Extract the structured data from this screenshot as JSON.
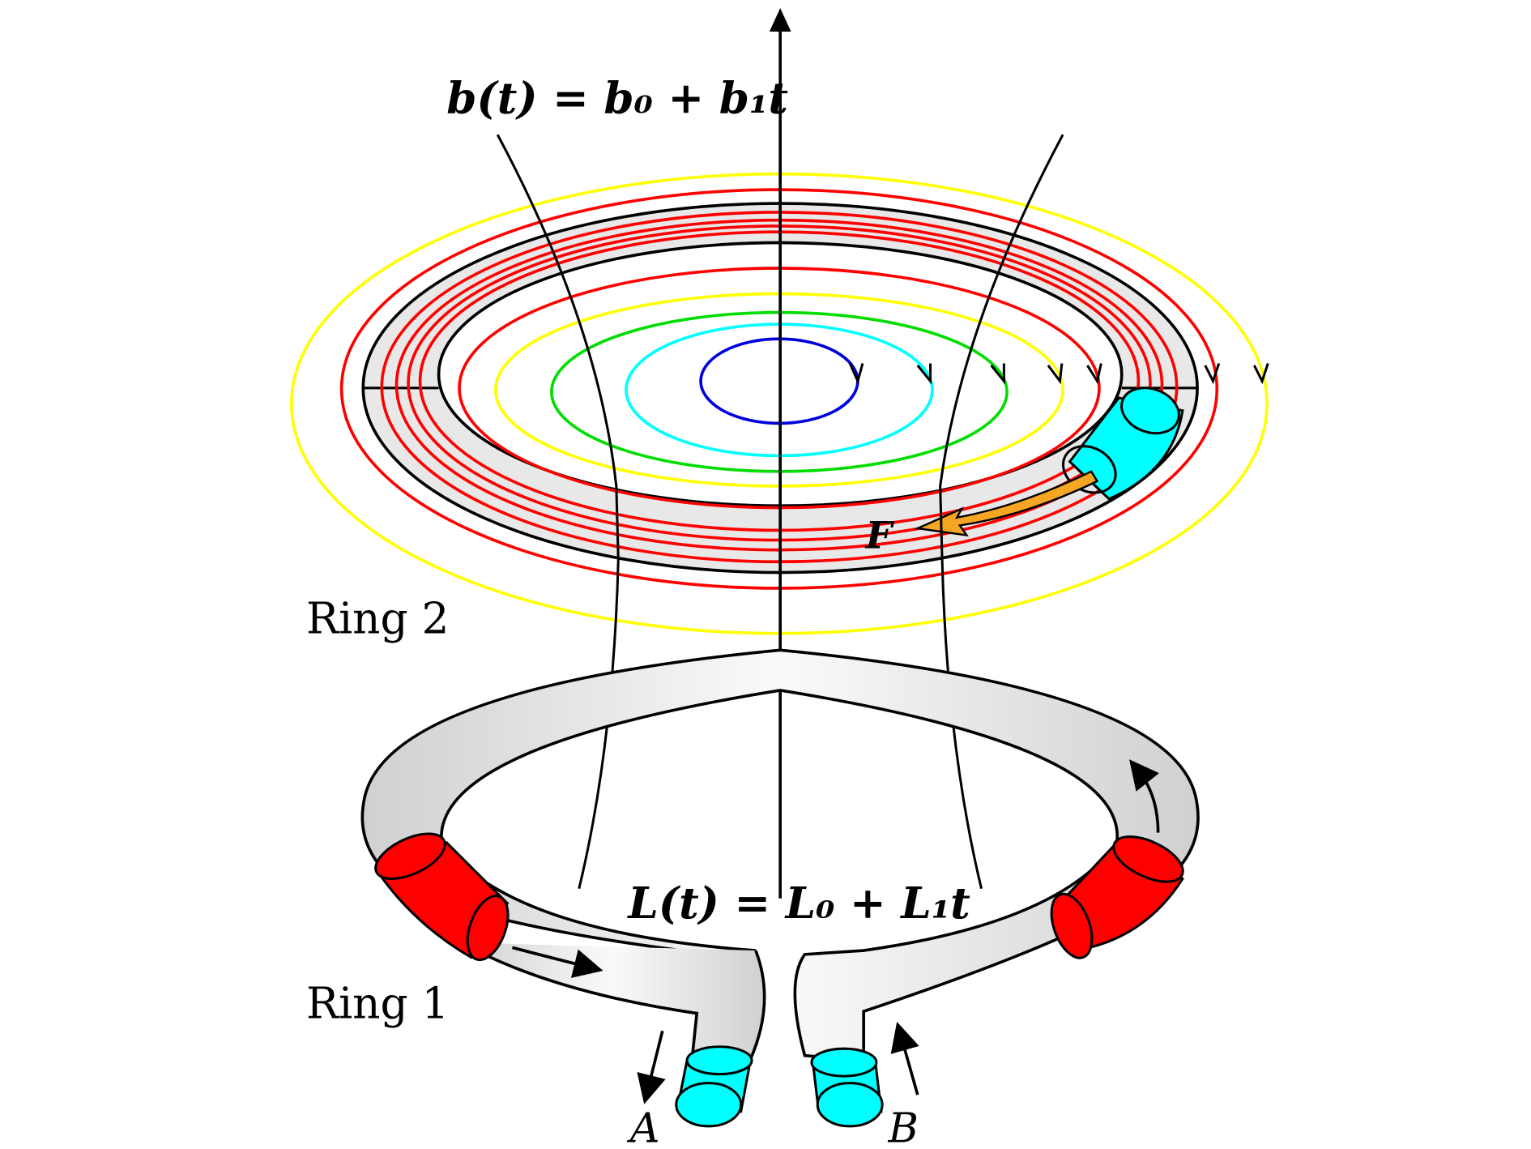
{
  "labels": {
    "field_equation": "b(t) = b₀ + b₁t",
    "force": "F",
    "ring2": "Ring 2",
    "ring1": "Ring 1",
    "current_equation": "L(t) = L₀ + L₁t",
    "terminal_a": "A",
    "terminal_b": "B"
  },
  "colors": {
    "field_red": "#ff0000",
    "field_yellow": "#ffff00",
    "field_green": "#00dd00",
    "field_cyan": "#00ffff",
    "field_blue": "#0000dd",
    "tube_gray": "#e6e6e6",
    "section_red": "#ff0000",
    "terminal_cyan": "#00ffff",
    "force_orange": "#f5a623"
  }
}
